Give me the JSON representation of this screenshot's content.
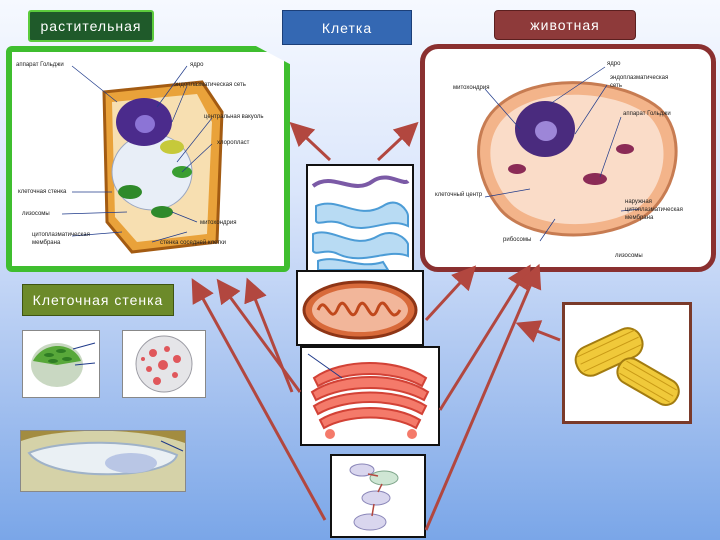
{
  "labels": {
    "plant": "растительная",
    "cell": "Клетка",
    "animal": "животная",
    "cell_wall": "Клеточная стенка"
  },
  "plant_cell": {
    "golgi": "аппарат Гольджи",
    "nucleus": "ядро",
    "er": "эндоплазматическая сеть",
    "vacuole": "центральная вакуоль",
    "chloroplast": "хлоропласт",
    "cell_wall": "клеточная стенка",
    "lysosomes": "лизосомы",
    "mitochondria": "митохондрия",
    "membrane_1": "цитоплазматическая",
    "membrane_2": "мембрана",
    "neighbor_wall": "стенка соседней клетки"
  },
  "animal_cell": {
    "nucleus": "ядро",
    "mitochondria": "митохондрия",
    "er_1": "эндоплазматическая",
    "er_2": "сеть",
    "golgi": "аппарат Гольджи",
    "cell_center": "клеточный центр",
    "outer_1": "наружная",
    "outer_2": "цитоплазматическая",
    "outer_3": "мембрана",
    "ribosomes": "рибосомы",
    "lysosomes": "лизосомы"
  },
  "colors": {
    "plant_border": "#3fbe2f",
    "animal_border": "#8a3030",
    "arrow": "#b2473f",
    "cell_label": "#3468b3"
  }
}
